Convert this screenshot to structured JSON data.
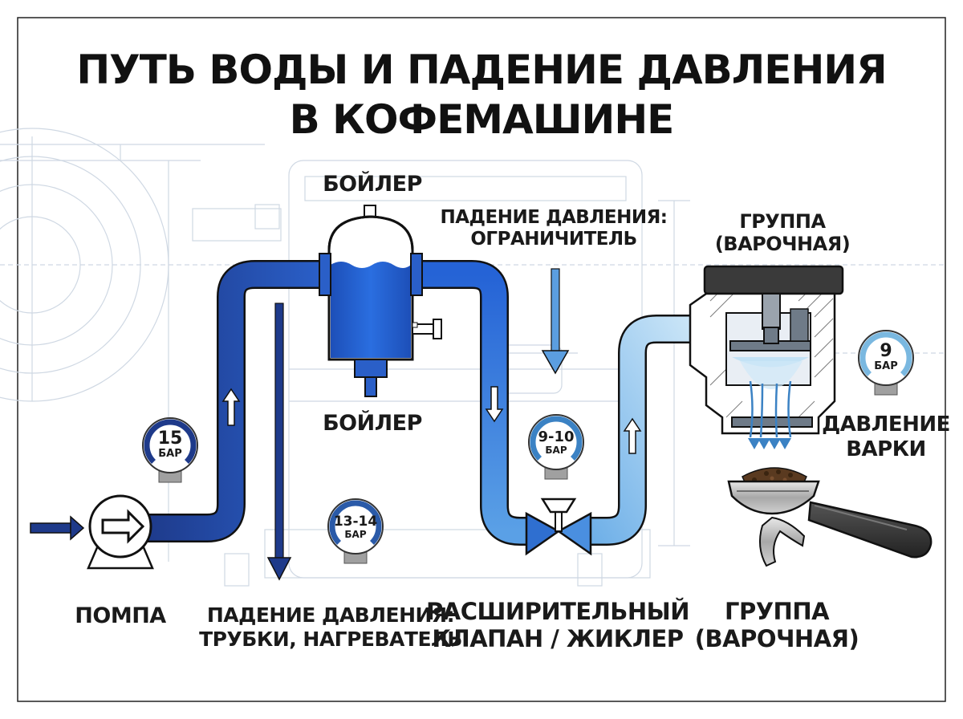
{
  "title": {
    "line1": "ПУТЬ ВОДЫ И ПАДЕНИЕ ДАВЛЕНИЯ",
    "line2": "В КОФЕМАШИНЕ"
  },
  "labels": {
    "pump": "ПОМПА",
    "boiler_top": "БОЙЛЕР",
    "boiler_bottom": "БОЙЛЕР",
    "drop_restrictor_1": "ПАДЕНИЕ ДАВЛЕНИЯ:",
    "drop_restrictor_2": "ОГРАНИЧИТЕЛЬ",
    "drop_tubes_1": "ПАДЕНИЕ ДАВЛЕНИЯ:",
    "drop_tubes_2": "ТРУБКИ, НАГРЕВАТЕЛЬ",
    "valve_1": "РАСШИРИТЕЛЬНЫЙ",
    "valve_2": "КЛАПАН / ЖИКЛЕР",
    "group_top_1": "ГРУППА",
    "group_top_2": "(ВАРОЧНАЯ)",
    "group_bottom_1": "ГРУППА",
    "group_bottom_2": "(ВАРОЧНАЯ)",
    "brew_pressure_1": "ДАВЛЕНИЕ",
    "brew_pressure_2": "ВАРКИ"
  },
  "gauges": [
    {
      "name": "pump-gauge",
      "value": "15",
      "unit": "БАР",
      "color": "#1e3a8a"
    },
    {
      "name": "boiler-gauge",
      "value": "13-14",
      "unit": "БАР",
      "color": "#2a5aa8"
    },
    {
      "name": "valve-gauge",
      "value": "9-10",
      "unit": "БАР",
      "color": "#3b82c4"
    },
    {
      "name": "brew-gauge",
      "value": "9",
      "unit": "БАР",
      "color": "#7ab8e0"
    }
  ],
  "colors": {
    "pipe_dark": "#1e3a8a",
    "pipe_mid": "#2f6fd0",
    "pipe_light": "#a9d5f2",
    "outline": "#111111",
    "blueprint": "#cfd8e3"
  }
}
